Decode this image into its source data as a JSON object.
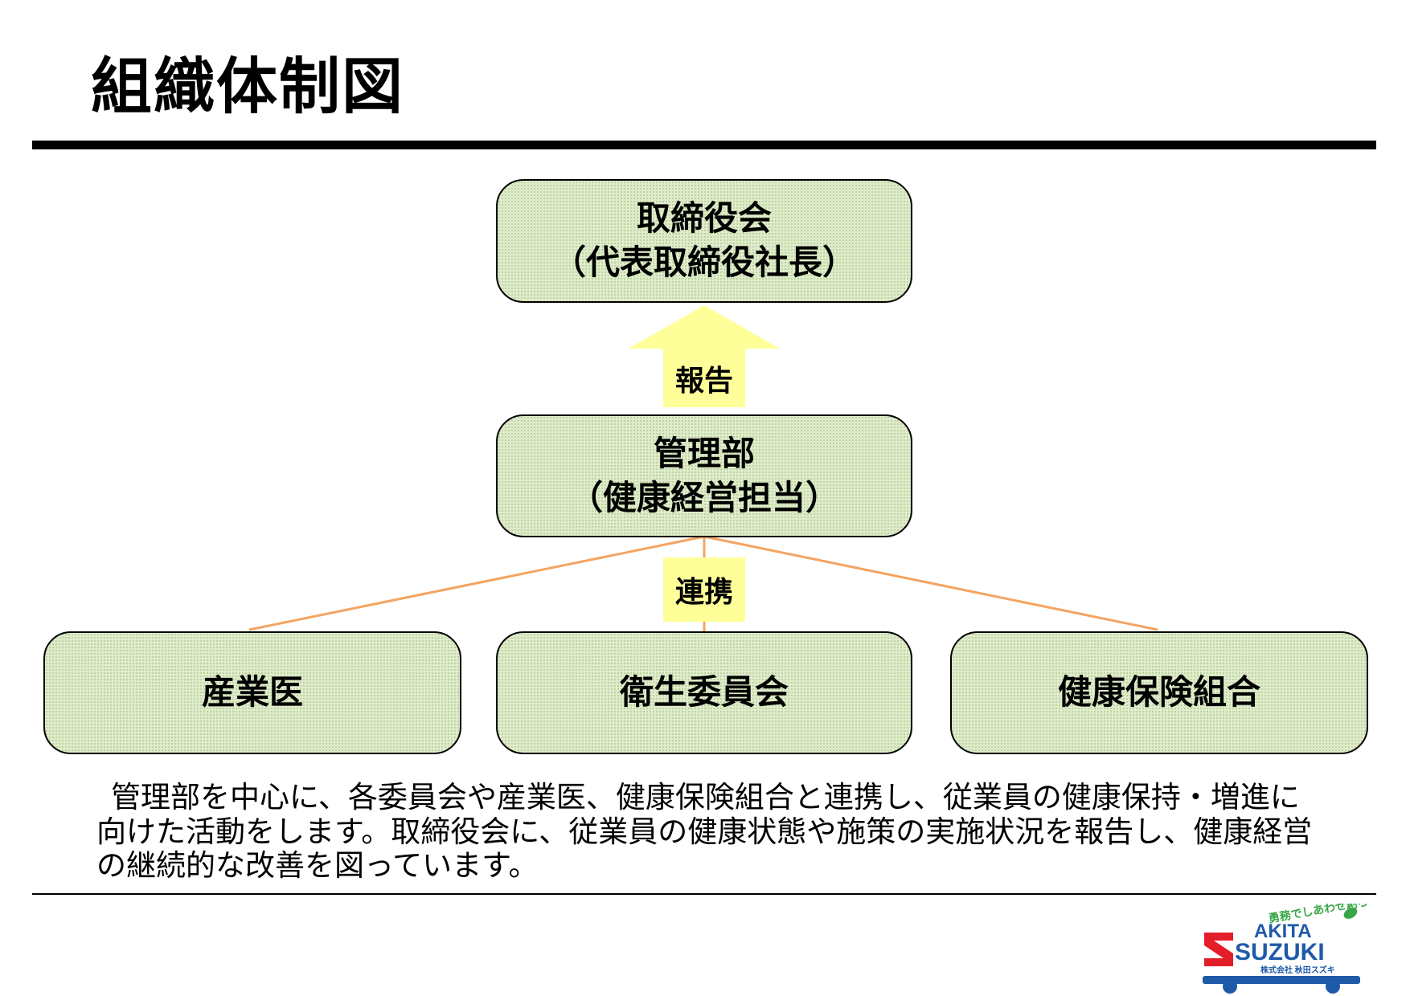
{
  "title": "組織体制図",
  "nodes": {
    "board": {
      "line1": "取締役会",
      "line2": "（代表取締役社長）"
    },
    "management": {
      "line1": "管理部",
      "line2": "（健康経営担当）"
    },
    "occupational_physician": "産業医",
    "health_committee": "衛生委員会",
    "health_insurance_union": "健康保険組合"
  },
  "edges": {
    "report_label": "報告",
    "cooperation_label": "連携"
  },
  "description": {
    "line1": "管理部を中心に、各委員会や産業医、健康保険組合と連携し、従業員の健康保持・増進に",
    "line2": "向けた活動をします。取締役会に、従業員の健康状態や施策の実施状況を報告し、健康経営",
    "line3": "の継続的な改善を図っています。"
  },
  "logo": {
    "tagline": "勇務でしあわせ創ろ",
    "brand_top": "AKITA",
    "brand_bottom": "SUZUKI",
    "company_name": "株式会社 秋田スズキ"
  },
  "colors": {
    "box_fill": "#dfeccb",
    "arrow_fill": "#ffff99",
    "connector_line": "#f4a460",
    "logo_blue": "#1e5aa8",
    "logo_red": "#e31d2a",
    "logo_green": "#3aa648"
  }
}
